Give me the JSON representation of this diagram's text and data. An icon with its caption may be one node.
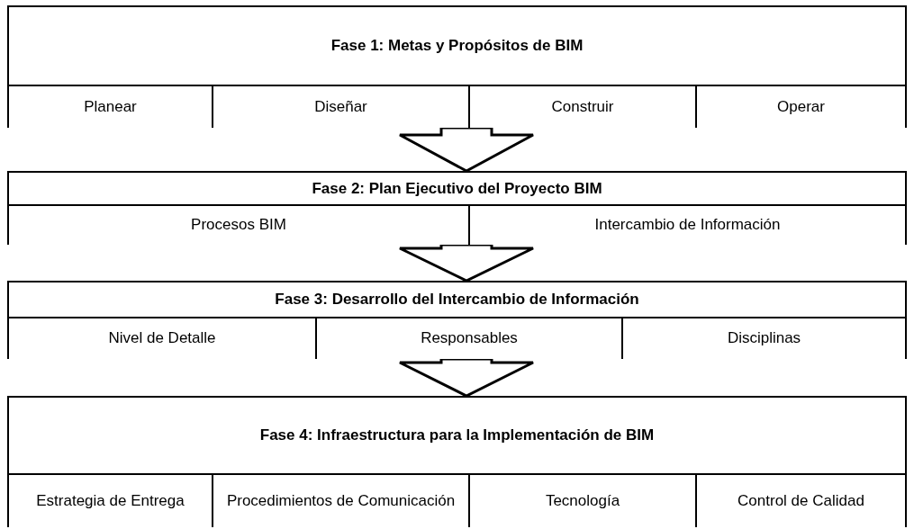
{
  "diagram": {
    "nodes": [
      {
        "text": [
          "Fase 1: Metas y Propósitos de BIM"
        ]
      },
      {
        "text": [
          "Planear"
        ],
        "in": 0
      },
      {
        "text": [
          "Diseñar"
        ],
        "in": 0
      },
      {
        "text": [
          "Construir"
        ],
        "in": 0
      },
      {
        "text": [
          "Operar"
        ],
        "in": 0
      },
      {
        "text": [
          "Fase 2: Plan Ejecutivo del Proyecto BIM"
        ]
      },
      {
        "text": [
          "Procesos BIM"
        ],
        "in": 5
      },
      {
        "text": [
          "Intercambio de Información"
        ],
        "in": 5
      },
      {
        "text": [
          "Fase 3: Desarrollo del Intercambio de Información"
        ]
      },
      {
        "text": [
          "Nivel de Detalle"
        ],
        "in": 8
      },
      {
        "text": [
          "Responsables"
        ],
        "in": 8
      },
      {
        "text": [
          "Disciplinas"
        ],
        "in": 8
      },
      {
        "text": [
          "Fase 4: Infraestructura para la Implementación de BIM"
        ]
      },
      {
        "text": [
          "Estrategia de Entrega"
        ],
        "in": 12
      },
      {
        "text": [
          "Procedimientos de Comunicación"
        ],
        "in": 12
      },
      {
        "text": [
          "Tecnología"
        ],
        "in": 12
      },
      {
        "text": [
          "Control de Calidad"
        ],
        "in": 12
      }
    ],
    "edges": [
      {
        "from": 0,
        "to": 5,
        "arrow": "to"
      },
      {
        "from": 5,
        "to": 8,
        "arrow": "to"
      },
      {
        "from": 8,
        "to": 12,
        "arrow": "to"
      }
    ]
  }
}
